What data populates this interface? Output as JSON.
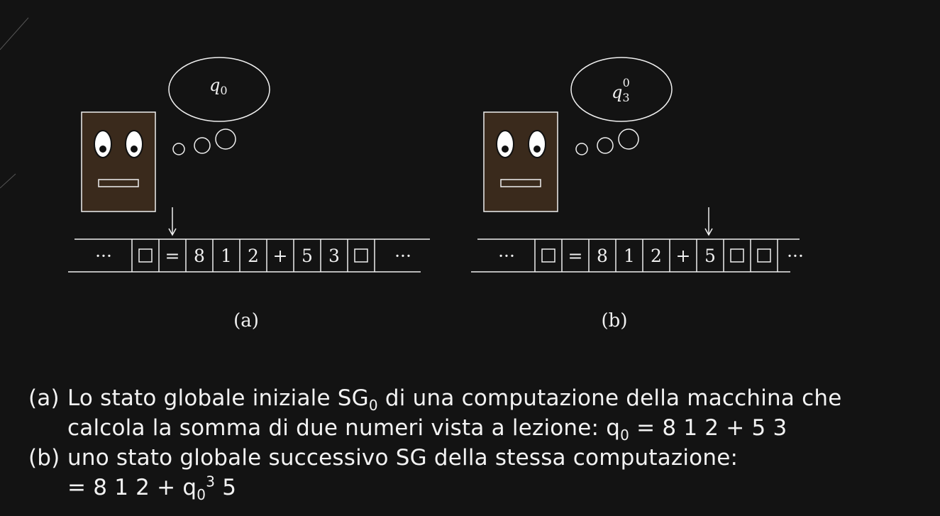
{
  "diagram": {
    "panel_a": {
      "thought_state": "q",
      "thought_state_sub": "0",
      "tape": [
        "···",
        "□",
        "=",
        "8",
        "1",
        "2",
        "+",
        "5",
        "3",
        "□",
        "···"
      ],
      "label": "(a)"
    },
    "panel_b": {
      "thought_state": "q",
      "thought_state_sub": "3",
      "thought_state_sup": "0",
      "tape": [
        "···",
        "□",
        "=",
        "8",
        "1",
        "2",
        "+",
        "5",
        "□",
        "□",
        "···"
      ],
      "label": "(b)"
    }
  },
  "caption": {
    "line1_tag": "(a)",
    "line1_pre": "Lo stato globale iniziale SG",
    "line1_sub": "0",
    "line1_post": " di una computazione della macchina che",
    "line2_pre": "calcola la somma di due numeri vista a lezione:  q",
    "line2_sub": "0",
    "line2_post": " = 8 1 2 + 5 3",
    "line3_tag": "(b) ",
    "line3_text": "uno stato globale successivo SG della stessa computazione:",
    "line4_pre": "= 8 1 2 + q",
    "line4_sub": "0",
    "line4_sup": "3",
    "line4_post": " 5"
  },
  "colors": {
    "background": "#131313",
    "robot_fill": "#3a2a1c",
    "stroke": "#f0f0f0",
    "text": "#f2f2f2"
  }
}
